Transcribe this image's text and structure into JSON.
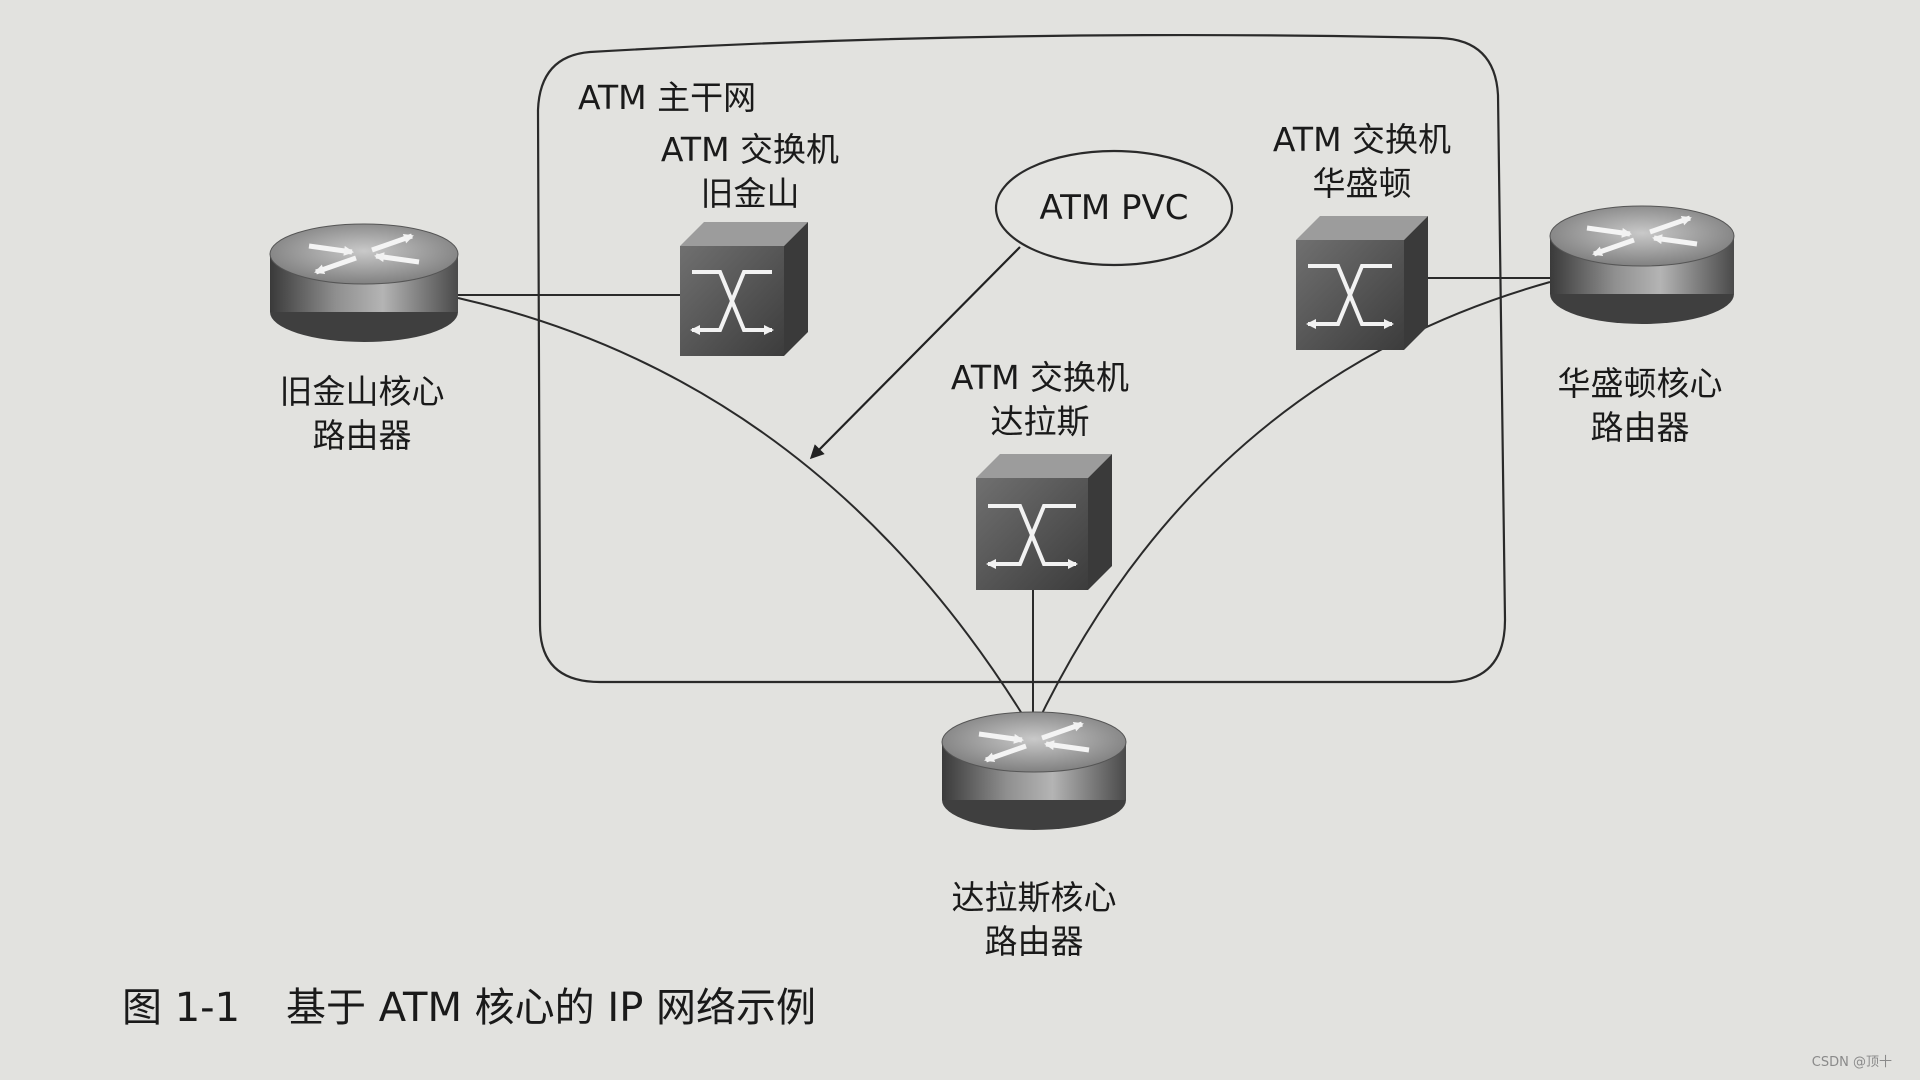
{
  "diagram": {
    "backbone_label": "ATM 主干网",
    "pvc_label": "ATM PVC",
    "switches": {
      "sf": "ATM 交换机\n旧金山",
      "washington": "ATM 交换机\n华盛顿",
      "dallas": "ATM 交换机\n达拉斯"
    },
    "routers": {
      "sf": "旧金山核心\n路由器",
      "washington": "华盛顿核心\n路由器",
      "dallas": "达拉斯核心\n路由器"
    }
  },
  "caption": {
    "number": "图 1-1",
    "text": "基于 ATM 核心的 IP 网络示例"
  },
  "watermark": "CSDN @顶十"
}
